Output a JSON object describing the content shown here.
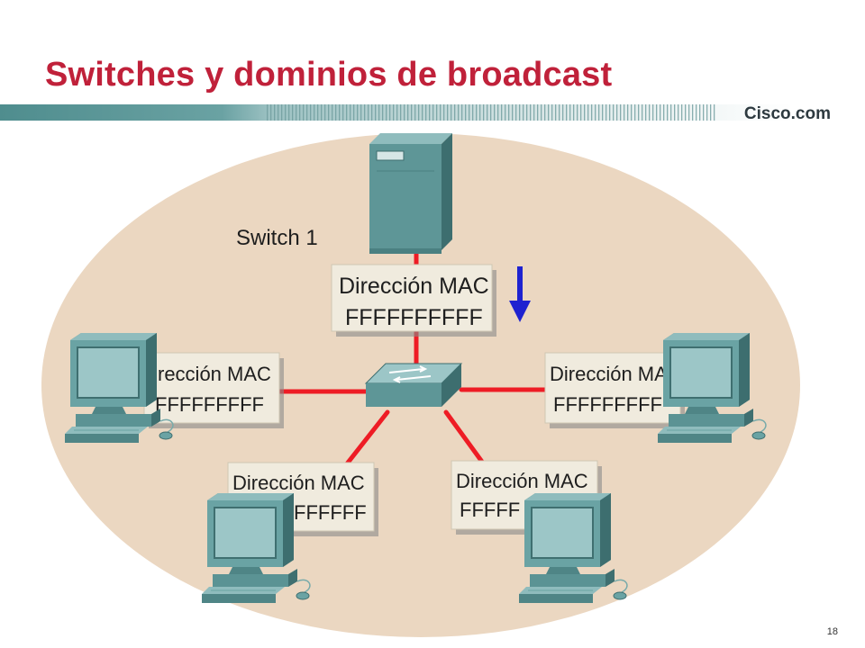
{
  "slide": {
    "title": "Switches y dominios de broadcast",
    "brand": "Cisco.com",
    "page_number": "18"
  },
  "diagram": {
    "switch_label": "Switch 1",
    "frames": [
      {
        "line1": "Dirección MAC",
        "line2": "FFFFFFFFFF"
      },
      {
        "line1": "rección MAC",
        "line2": "FFFFFFFFF"
      },
      {
        "line1": "Dirección MA",
        "line2": "FFFFFFFFF"
      },
      {
        "line1": "Dirección MAC",
        "line2": "FFFFFF"
      },
      {
        "line1": "Dirección MAC",
        "line2": "FFFFF"
      }
    ],
    "colors": {
      "title": "#C0213A",
      "domain_ellipse": "#EBD7C1",
      "links": "#EE1C25",
      "arrow": "#1E22D0",
      "devices": "#5E9697"
    }
  }
}
